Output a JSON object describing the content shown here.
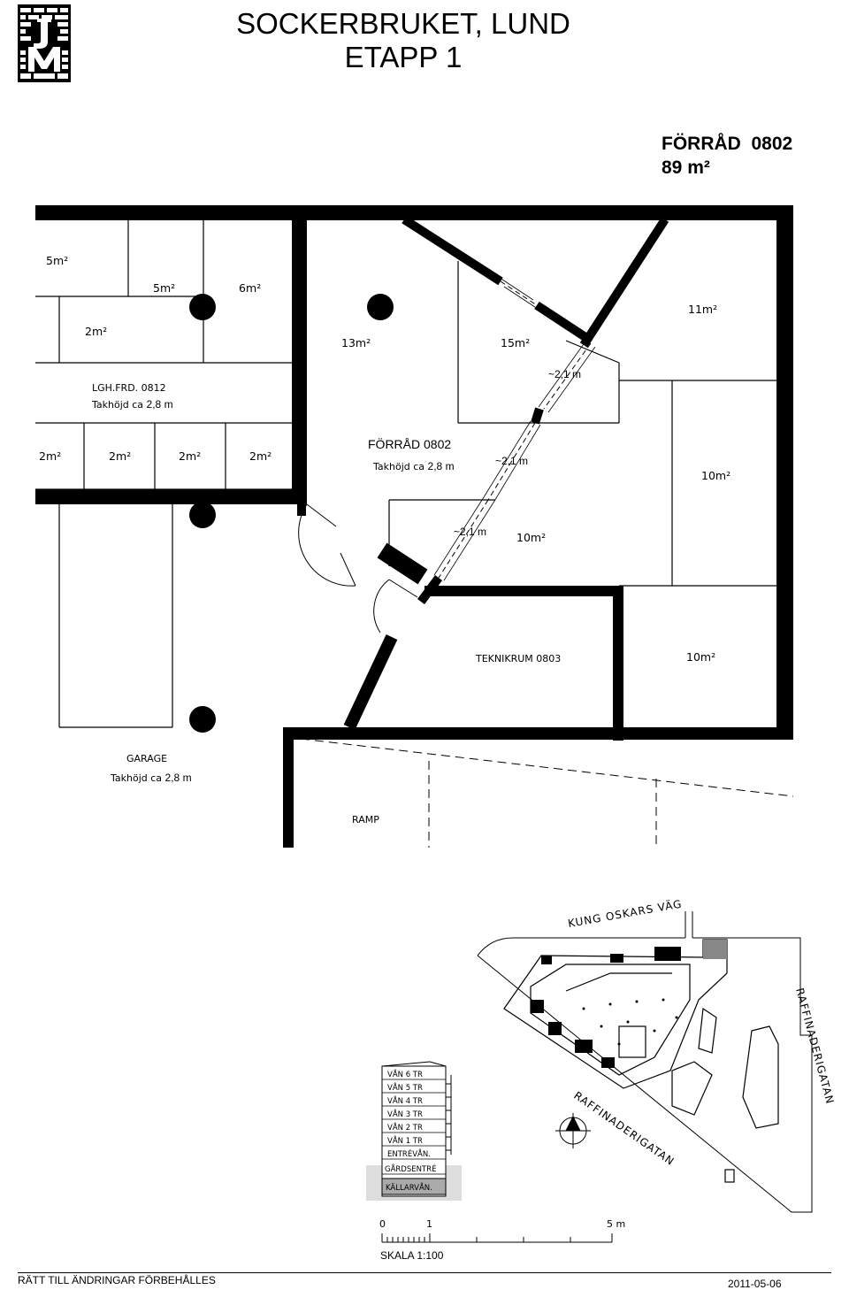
{
  "header": {
    "title_line1": "SOCKERBRUKET, LUND",
    "title_line2": "ETAPP 1",
    "unit_name": "FÖRRÅD  0802",
    "unit_area": "89 m²"
  },
  "plan": {
    "labels": [
      {
        "id": "a5",
        "text": "5m²"
      },
      {
        "id": "a5b",
        "text": "5m²"
      },
      {
        "id": "a6",
        "text": "6m²"
      },
      {
        "id": "a2a",
        "text": "2m²"
      },
      {
        "id": "a13",
        "text": "13m²"
      },
      {
        "id": "a15",
        "text": "15m²"
      },
      {
        "id": "a11",
        "text": "11m²"
      },
      {
        "id": "lgh",
        "text": "LGH.FRD. 0812"
      },
      {
        "id": "lgh_h",
        "text": "Takhöjd ca"
      },
      {
        "id": "lgh_hv",
        "text": "2,8 m"
      },
      {
        "id": "h21a",
        "text": "~2,1 m"
      },
      {
        "id": "r1",
        "text": "2m²"
      },
      {
        "id": "r2",
        "text": "2m²"
      },
      {
        "id": "r3",
        "text": "2m²"
      },
      {
        "id": "r4",
        "text": "2m²"
      },
      {
        "id": "forrad",
        "text": "FÖRRÅD 0802"
      },
      {
        "id": "forrad_h",
        "text": "Takhöjd ca"
      },
      {
        "id": "forrad_hv",
        "text": "2,8 m"
      },
      {
        "id": "h21b",
        "text": "~2,1 m"
      },
      {
        "id": "a10a",
        "text": "10m²"
      },
      {
        "id": "h21c",
        "text": "~2,1 m"
      },
      {
        "id": "a10b",
        "text": "10m²"
      },
      {
        "id": "teknik",
        "text": "TEKNIKRUM 0803"
      },
      {
        "id": "a10c",
        "text": "10m²"
      },
      {
        "id": "garage",
        "text": "GARAGE"
      },
      {
        "id": "garage_h",
        "text": "Takhöjd ca"
      },
      {
        "id": "garage_hv",
        "text": "2,8 m"
      },
      {
        "id": "ramp",
        "text": "RAMP"
      }
    ]
  },
  "siteplan": {
    "street1": "KUNG OSKARS VÄG",
    "street2": "RAFFINADERIGATAN",
    "street3": "RAFFINADERIGATAN"
  },
  "section": {
    "floors": [
      "VÅN 6 TR",
      "VÅN 5 TR",
      "VÅN 4 TR",
      "VÅN 3 TR",
      "VÅN 2 TR",
      "VÅN 1 TR",
      "ENTRÉVÅN.",
      "GÅRDSENTRÉ",
      "KÄLLARVÅN."
    ]
  },
  "scale": {
    "t0": "0",
    "t1": "1",
    "t5": "5 m",
    "label": "SKALA 1:100"
  },
  "footer": {
    "left": "RÄTT TILL ÄNDRINGAR FÖRBEHÅLLES",
    "date": "2011-05-06"
  },
  "logo": {
    "text": "JM"
  }
}
